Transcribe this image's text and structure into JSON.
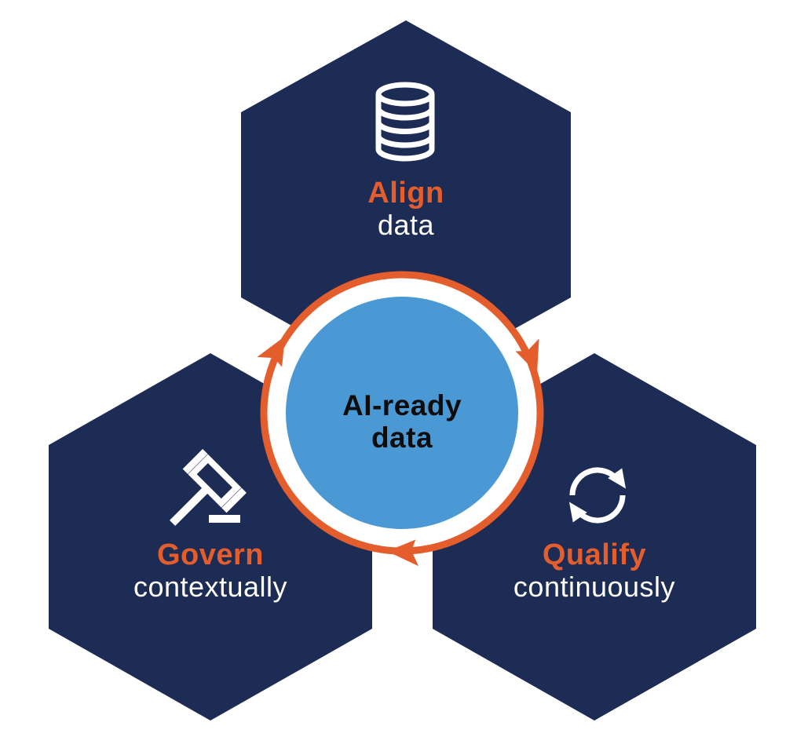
{
  "colors": {
    "background": "#FFFFFF",
    "navy": "#1C2C55",
    "orange": "#E45E2D",
    "blue": "#4A99D4",
    "white": "#FFFFFF",
    "dark_text": "#0D0D0D"
  },
  "center": {
    "title_line1": "AI-ready",
    "title_line2": "data"
  },
  "nodes": {
    "align": {
      "action": "Align",
      "object": "data",
      "icon": "database-icon"
    },
    "govern": {
      "action": "Govern",
      "object": "contextually",
      "icon": "gavel-icon"
    },
    "qualify": {
      "action": "Qualify",
      "object": "continuously",
      "icon": "refresh-icon"
    }
  }
}
